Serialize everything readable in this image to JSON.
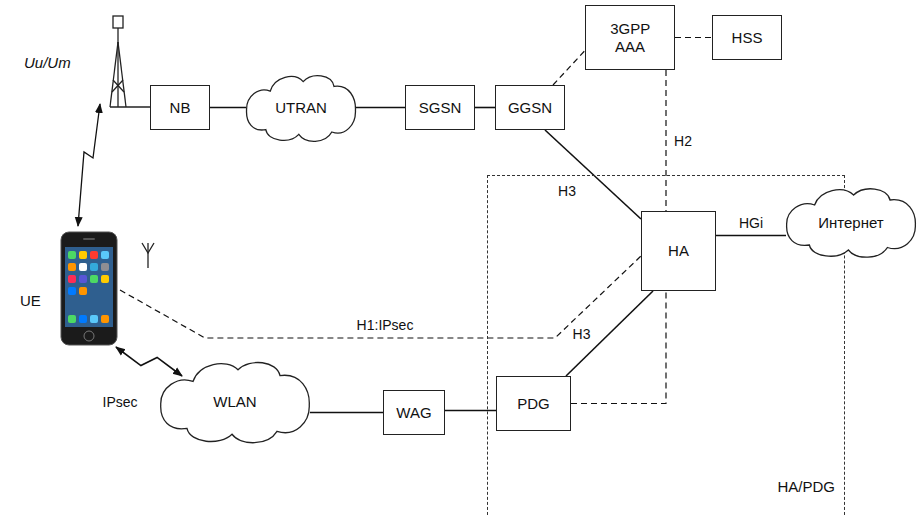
{
  "diagram": {
    "nodes": [
      {
        "text": [
          "3GPP AAA"
        ]
      },
      {
        "text": [
          "HSS"
        ]
      },
      {
        "text": [
          "NB"
        ]
      },
      {
        "text": [
          "UTRAN"
        ]
      },
      {
        "text": [
          "SGSN"
        ]
      },
      {
        "text": [
          "GGSN"
        ]
      },
      {
        "text": [
          "HA/PDG"
        ]
      },
      {
        "text": [
          "HA"
        ],
        "in": 6
      },
      {
        "text": [
          "Интернет"
        ]
      },
      {
        "text": [
          "UE"
        ]
      },
      {
        "text": [
          "WLAN"
        ]
      },
      {
        "text": [
          "WAG"
        ]
      },
      {
        "text": [
          "PDG"
        ],
        "in": 6
      }
    ],
    "edges": [
      {
        "from": 2,
        "to": 3,
        "arrow": "none"
      },
      {
        "from": 3,
        "to": 4,
        "arrow": "none"
      },
      {
        "from": 4,
        "to": 5,
        "arrow": "none"
      },
      {
        "from": 5,
        "to": 0,
        "arrow": "none"
      },
      {
        "from": 0,
        "to": 1,
        "arrow": "none"
      },
      {
        "from": 5,
        "to": 7,
        "label": "H3",
        "arrow": "none"
      },
      {
        "from": 0,
        "to": 7,
        "label": "H2",
        "arrow": "none"
      },
      {
        "from": 7,
        "to": 8,
        "label": "HGi",
        "arrow": "none"
      },
      {
        "from": 7,
        "to": 12,
        "label": "H3",
        "arrow": "none"
      },
      {
        "from": 12,
        "to": 7,
        "arrow": "none"
      },
      {
        "from": 9,
        "to": 7,
        "label": "H1:IPsec",
        "arrow": "none"
      },
      {
        "from": 9,
        "to": 10,
        "label": "IPsec",
        "arrow": "both"
      },
      {
        "from": 10,
        "to": 11,
        "arrow": "none"
      },
      {
        "from": 11,
        "to": 12,
        "arrow": "none"
      }
    ],
    "labels": [
      "Uu/Um"
    ]
  }
}
